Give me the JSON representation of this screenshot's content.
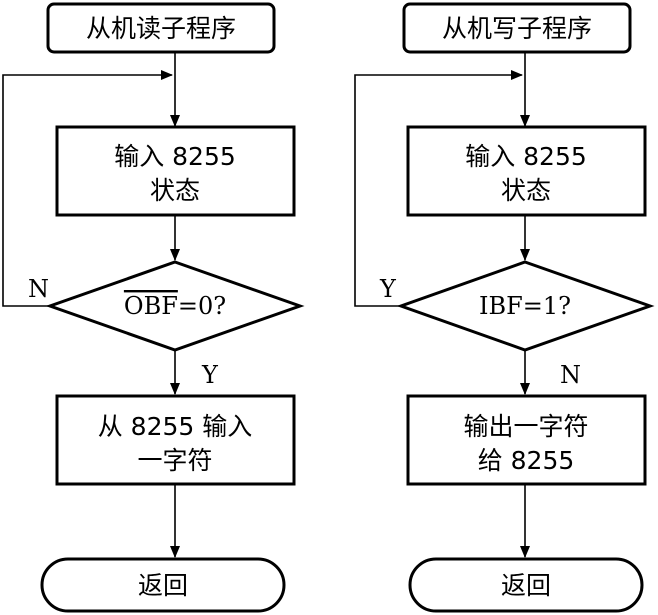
{
  "left": {
    "start": "从机读子程序",
    "step1": [
      "输入 8255",
      "状态"
    ],
    "decision_prefix": "OBF",
    "decision_suffix": "=0?",
    "branch_no": "N",
    "branch_yes": "Y",
    "step2": [
      "从 8255 输入",
      "一字符"
    ],
    "end": "返回"
  },
  "right": {
    "start": "从机写子程序",
    "step1": [
      "输入 8255",
      "状态"
    ],
    "decision": "IBF=1?",
    "branch_loop": "Y",
    "branch_exit": "N",
    "step2": [
      "输出一字符",
      "给 8255"
    ],
    "end": "返回"
  }
}
